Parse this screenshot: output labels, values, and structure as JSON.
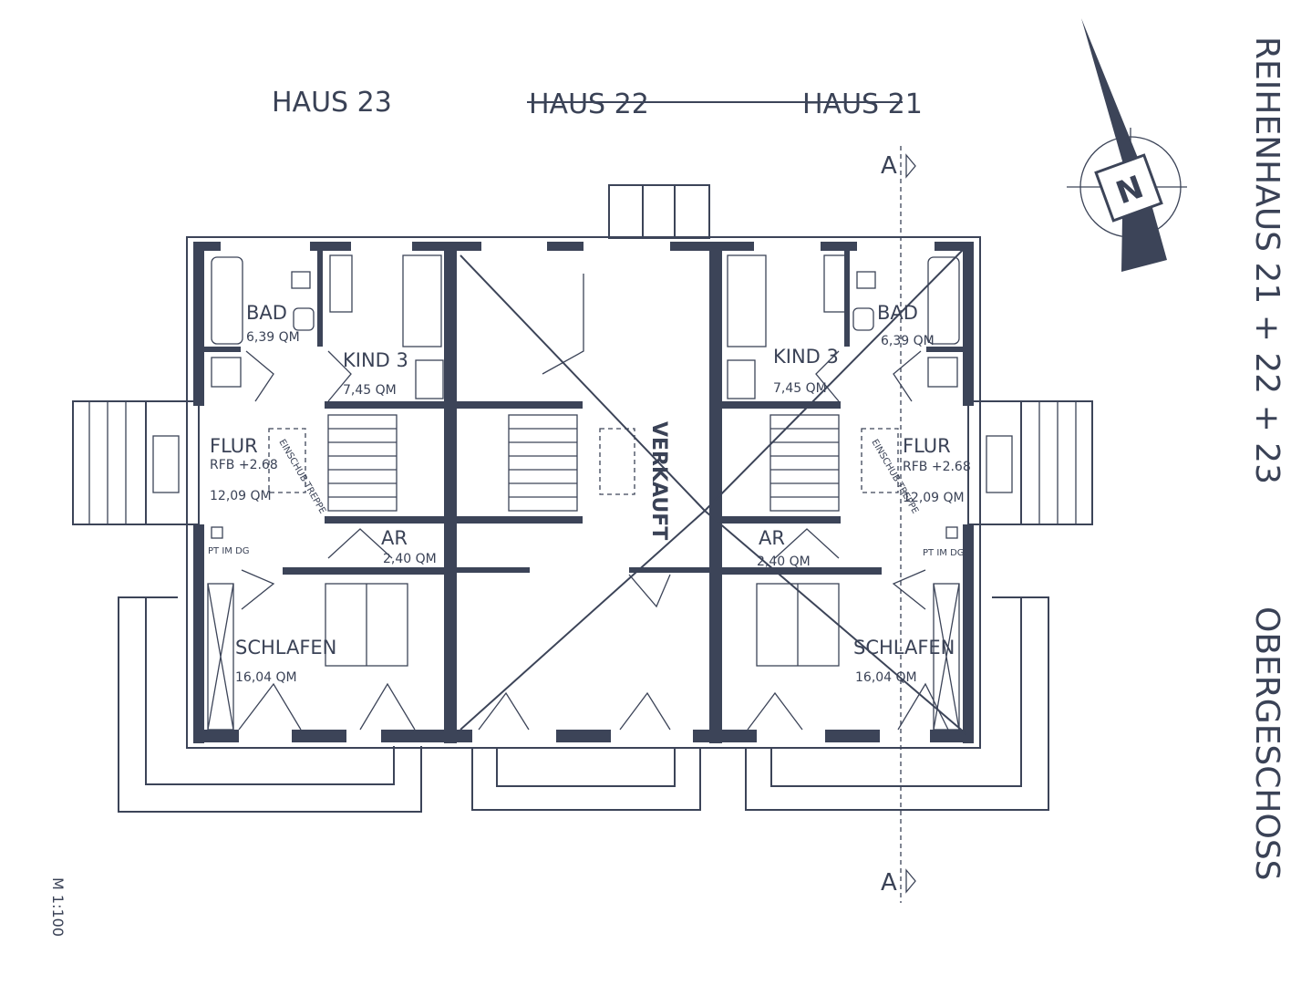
{
  "houses": {
    "haus23": "HAUS 23",
    "haus22": "HAUS 22",
    "haus21": "HAUS 21"
  },
  "title_vertical": "REIHENHAUS  21 + 22 + 23",
  "floor_vertical": "OBERGESCHOSS",
  "scale": "M 1:100",
  "section_marker": "A",
  "north_letter": "N",
  "verkauft": "VERKAUFT",
  "rooms": {
    "bad": "BAD",
    "bad_area": "6,39 QM",
    "kind3": "KIND 3",
    "kind3_area": "7,45 QM",
    "flur": "FLUR",
    "flur_rfb": "RFB +2.68",
    "flur_area": "12,09 QM",
    "einschub": "EINSCHUB-TREPPE",
    "ar": "AR",
    "ar_area": "2,40 QM",
    "pt": "PT IM DG",
    "schlafen": "SCHLAFEN",
    "schlafen_area": "16,04 QM"
  },
  "colors": {
    "ink": "#3c4458",
    "paper": "#ffffff"
  }
}
